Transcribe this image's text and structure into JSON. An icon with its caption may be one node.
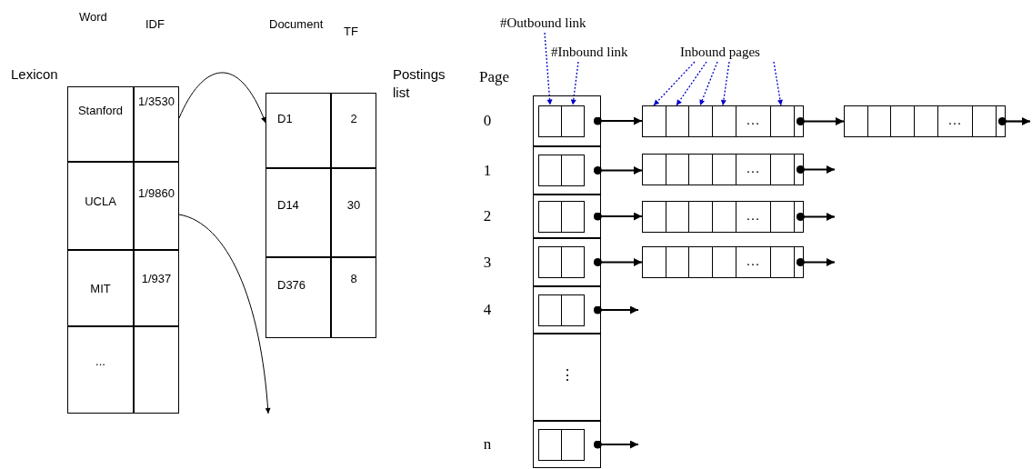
{
  "diagram": {
    "nodes": [
      {
        "text": [],
        "shape": "box",
        "beside": [
          "Lexicon"
        ]
      },
      {
        "text": [
          "Stanford"
        ],
        "in": 0
      },
      {
        "text": [
          "1/3530"
        ],
        "in": 0
      },
      {
        "text": [
          "UCLA"
        ],
        "in": 0
      },
      {
        "text": [
          "1/9860"
        ],
        "in": 0
      },
      {
        "text": [
          "MIT"
        ],
        "in": 0
      },
      {
        "text": [
          "1/937"
        ],
        "in": 0
      },
      {
        "text": [
          "..."
        ],
        "in": 0
      },
      {
        "text": [],
        "shape": "box",
        "in": 0
      },
      {
        "text": [],
        "shape": "box",
        "beside": [
          "Postings list"
        ]
      },
      {
        "text": [
          "D1"
        ],
        "in": 9
      },
      {
        "text": [
          "2"
        ],
        "in": 9
      },
      {
        "text": [
          "D14"
        ],
        "in": 9
      },
      {
        "text": [
          "30"
        ],
        "in": 9
      },
      {
        "text": [
          "D376"
        ],
        "in": 9
      },
      {
        "text": [
          "8"
        ],
        "in": 9
      },
      {
        "text": [
          "#Outbound link"
        ]
      },
      {
        "text": [
          "#Inbound link"
        ]
      },
      {
        "text": [
          "Inbound pages"
        ]
      },
      {
        "text": [],
        "shape": "box"
      },
      {
        "text": [],
        "shape": "box",
        "beside": [
          "0"
        ],
        "in": 19
      },
      {
        "text": [],
        "shape": "box",
        "beside": [
          "1"
        ],
        "in": 19
      },
      {
        "text": [],
        "shape": "box",
        "beside": [
          "2"
        ],
        "in": 19
      },
      {
        "text": [],
        "shape": "box",
        "beside": [
          "3"
        ],
        "in": 19
      },
      {
        "text": [],
        "shape": "box",
        "beside": [
          "4"
        ],
        "in": 19
      },
      {
        "text": [
          "⋮"
        ],
        "in": 19
      },
      {
        "text": [],
        "shape": "box",
        "beside": [
          "n"
        ],
        "in": 19
      },
      {
        "text": [],
        "shape": "box",
        "in": 20
      },
      {
        "text": [],
        "shape": "box",
        "in": 20
      },
      {
        "text": [],
        "shape": "box",
        "in": 21
      },
      {
        "text": [],
        "shape": "box",
        "in": 21
      },
      {
        "text": [],
        "shape": "box",
        "in": 22
      },
      {
        "text": [],
        "shape": "box",
        "in": 22
      },
      {
        "text": [],
        "shape": "box",
        "in": 23
      },
      {
        "text": [],
        "shape": "box",
        "in": 23
      },
      {
        "text": [],
        "shape": "box",
        "in": 24
      },
      {
        "text": [],
        "shape": "box",
        "in": 24
      },
      {
        "text": [],
        "shape": "box",
        "in": 26
      },
      {
        "text": [],
        "shape": "box",
        "in": 26
      },
      {
        "text": [
          "…"
        ]
      },
      {
        "text": [
          "…"
        ]
      },
      {
        "text": [
          "…"
        ]
      },
      {
        "text": [
          "…"
        ]
      },
      {
        "text": [
          "…"
        ]
      }
    ],
    "edges": [
      {
        "from": 2,
        "to": 10,
        "arrow": "to"
      },
      {
        "from": 4,
        "to": null,
        "arrow": "to"
      },
      {
        "from": 16,
        "to": 27,
        "arrow": "to",
        "style": "dashed",
        "color": "#0000cc"
      },
      {
        "from": 17,
        "to": 28,
        "arrow": "to",
        "style": "dashed",
        "color": "#0000cc"
      },
      {
        "from": 18,
        "to": 39,
        "arrow": "to",
        "style": "dashed",
        "color": "#0000cc"
      },
      {
        "from": 18,
        "to": 39,
        "arrow": "to",
        "style": "dashed",
        "color": "#0000cc"
      },
      {
        "from": 18,
        "to": 39,
        "arrow": "to",
        "style": "dashed",
        "color": "#0000cc"
      },
      {
        "from": 18,
        "to": 39,
        "arrow": "to",
        "style": "dashed",
        "color": "#0000cc"
      },
      {
        "from": 18,
        "to": 39,
        "arrow": "to",
        "style": "dashed",
        "color": "#0000cc"
      },
      {
        "from": 20,
        "to": 39,
        "arrow": "to"
      },
      {
        "from": 39,
        "to": 40,
        "arrow": "to"
      },
      {
        "from": 40,
        "to": null,
        "arrow": "to"
      },
      {
        "from": 21,
        "to": 41,
        "arrow": "to"
      },
      {
        "from": 41,
        "to": null,
        "arrow": "to"
      },
      {
        "from": 22,
        "to": 42,
        "arrow": "to"
      },
      {
        "from": 42,
        "to": null,
        "arrow": "to"
      },
      {
        "from": 23,
        "to": 43,
        "arrow": "to"
      },
      {
        "from": 43,
        "to": null,
        "arrow": "to"
      },
      {
        "from": 24,
        "to": null,
        "arrow": "to"
      },
      {
        "from": 26,
        "to": null,
        "arrow": "to"
      }
    ],
    "labels": [
      "Word",
      "IDF",
      "Document",
      "TF",
      "Page"
    ]
  }
}
